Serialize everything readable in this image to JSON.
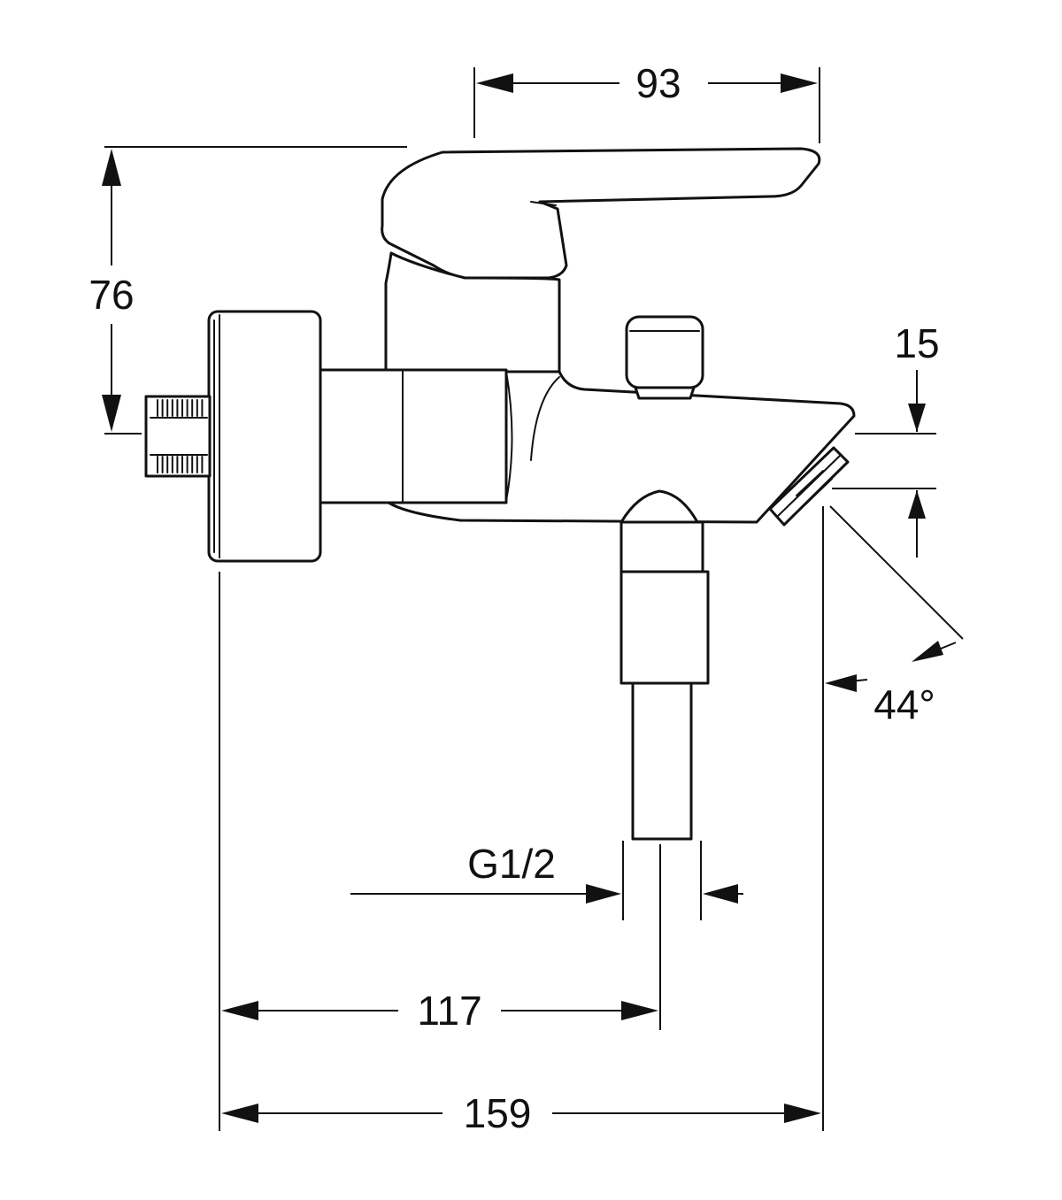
{
  "dimensions": {
    "handle_length": "93",
    "height": "76",
    "outlet_height": "15",
    "spout_angle": "44°",
    "thread": "G1/2",
    "axis_distance": "117",
    "total_length": "159"
  },
  "colors": {
    "line": "#111111",
    "background": "#ffffff"
  }
}
